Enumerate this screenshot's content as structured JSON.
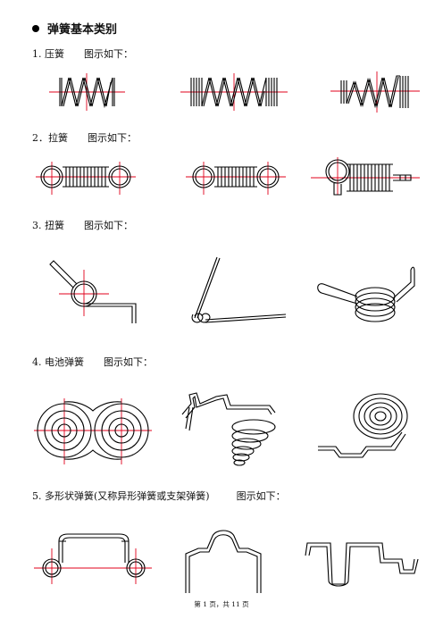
{
  "section_title": "弹簧基本类别",
  "sections": [
    {
      "label": "1.  压簧",
      "caption": "图示如下："
    },
    {
      "label": "2．拉簧",
      "caption": "图示如下："
    },
    {
      "label": "3.  扭簧",
      "caption": "图示如下："
    },
    {
      "label": "4.  电池弹簧",
      "caption": "图示如下："
    },
    {
      "label": "5.  多形状弹簧(又称异形弹簧或支架弹簧)",
      "caption": "图示如下："
    }
  ],
  "footer": "第 1 页，共 11 页"
}
